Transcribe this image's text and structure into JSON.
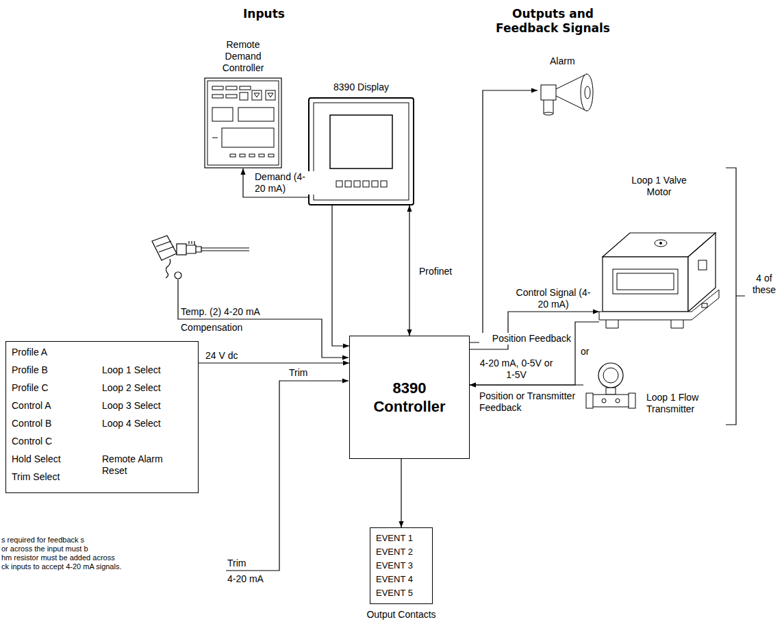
{
  "diagram": {
    "nodes": [
      {
        "text": [
          "Remote Demand Controller"
        ]
      },
      {
        "text": [
          "8390 Display"
        ]
      },
      {
        "text": [
          "Alarm"
        ]
      },
      {
        "text": [
          "Loop 1 Valve Motor"
        ]
      },
      {
        "text": [
          "Profile A",
          "Profile B",
          "Profile C",
          "Control A",
          "Control B",
          "Control C",
          "Hold Select",
          "Trim Select",
          "Loop 1 Select",
          "Loop 2 Select",
          "Loop 3 Select",
          "Loop 4 Select",
          "Remote Alarm Reset"
        ]
      },
      {
        "text": [
          "8390 Controller"
        ]
      },
      {
        "text": [
          "Loop 1 Flow Transmitter"
        ]
      },
      {
        "text": [
          "EVENT 1",
          "EVENT 2",
          "EVENT 3",
          "EVENT 4",
          "EVENT 5",
          "Output Contacts"
        ]
      }
    ],
    "edges": [
      {
        "from": 5,
        "to": 0,
        "label": "Demand (4-20 mA)",
        "arrow": "both"
      },
      {
        "from": 1,
        "to": 5,
        "label": "Profinet",
        "arrow": "both"
      },
      {
        "from": 5,
        "to": 2,
        "arrow": "to"
      },
      {
        "from": 5,
        "to": 3,
        "label": "Control Signal (4-20 mA)",
        "arrow": "to"
      },
      {
        "from": 3,
        "to": 5,
        "label": "Position Feedback",
        "arrow": "to"
      },
      {
        "from": 6,
        "to": 5,
        "label": "Position or Transmitter Feedback",
        "arrow": "to"
      },
      {
        "from": 4,
        "to": 5,
        "label": "24 V dc",
        "arrow": "to"
      },
      {
        "from": 5,
        "to": 7,
        "arrow": "to"
      }
    ],
    "labels": [
      "Inputs",
      "Outputs and Feedback Signals",
      "Temp. (2) 4-20 mA",
      "Compensation",
      "Trim",
      "Trim",
      "4-20 mA",
      "or",
      "4-20 mA, 0-5V or 1-5V",
      "4 of these",
      "s required for feedback s",
      "or across the input must b",
      "hm resistor must be added across",
      "ck inputs to accept 4-20 mA signals."
    ]
  }
}
